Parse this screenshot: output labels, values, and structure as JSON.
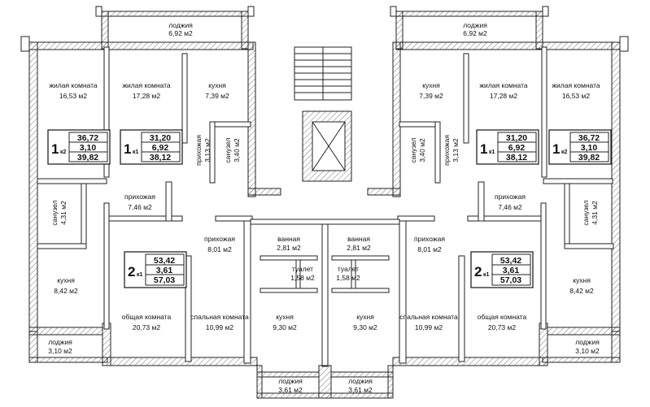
{
  "rooms": [
    {
      "name": "лоджия",
      "area": "6,92 м2"
    },
    {
      "name": "лоджия",
      "area": "6,92 м2"
    },
    {
      "name": "жилая комната",
      "area": "16,53 м2"
    },
    {
      "name": "жилая комната",
      "area": "17,28 м2"
    },
    {
      "name": "кухня",
      "area": "7,39 м2"
    },
    {
      "name": "кухня",
      "area": "7,39 м2"
    },
    {
      "name": "жилая комната",
      "area": "17,28 м2"
    },
    {
      "name": "жилая комната",
      "area": "16,53 м2"
    },
    {
      "name": "прихожая",
      "area": "7,46 м2"
    },
    {
      "name": "прихожая",
      "area": "7,46 м2"
    },
    {
      "name": "прихожая",
      "area": "8,01 м2"
    },
    {
      "name": "ванная",
      "area": "2,81 м2"
    },
    {
      "name": "ванная",
      "area": "2,81 м2"
    },
    {
      "name": "прихожая",
      "area": "8,01 м2"
    },
    {
      "name": "туалет",
      "area": "1,58 м2"
    },
    {
      "name": "туалет",
      "area": "1,58 м2"
    },
    {
      "name": "кухня",
      "area": "8,42 м2"
    },
    {
      "name": "кухня",
      "area": "8,42 м2"
    },
    {
      "name": "общая комната",
      "area": "20,73 м2"
    },
    {
      "name": "спальная комната",
      "area": "10,99 м2"
    },
    {
      "name": "кухня",
      "area": "9,30 м2"
    },
    {
      "name": "кухня",
      "area": "9,30 м2"
    },
    {
      "name": "спальная комната",
      "area": "10,99 м2"
    },
    {
      "name": "общая комната",
      "area": "20,73 м2"
    },
    {
      "name": "лоджия",
      "area": "3,10 м2"
    },
    {
      "name": "лоджия",
      "area": "3,10 м2"
    },
    {
      "name": "лоджия",
      "area": "3,61 м2"
    },
    {
      "name": "лоджия",
      "area": "3,61 м2"
    }
  ],
  "vertical_rooms": [
    {
      "name": "санузел",
      "area": "4,31 м2"
    },
    {
      "name": "прихожая",
      "area": "3,13 м2"
    },
    {
      "name": "санузел",
      "area": "3,40 м2"
    },
    {
      "name": "санузел",
      "area": "3,40 м2"
    },
    {
      "name": "прихожая",
      "area": "3,13 м2"
    },
    {
      "name": "санузел",
      "area": "4,31 м2"
    }
  ],
  "apartments": [
    {
      "rooms": "1",
      "type": "к2",
      "v1": "36,72",
      "v2": "3,10",
      "v3": "39,82"
    },
    {
      "rooms": "1",
      "type": "к1",
      "v1": "31,20",
      "v2": "6,92",
      "v3": "38,12"
    },
    {
      "rooms": "1",
      "type": "к1",
      "v1": "31,20",
      "v2": "6,92",
      "v3": "38,12"
    },
    {
      "rooms": "1",
      "type": "к2",
      "v1": "36,72",
      "v2": "3,10",
      "v3": "39,82"
    },
    {
      "rooms": "2",
      "type": "к1",
      "v1": "53,42",
      "v2": "3,61",
      "v3": "57,03"
    },
    {
      "rooms": "2",
      "type": "к1",
      "v1": "53,42",
      "v2": "3,61",
      "v3": "57,03"
    }
  ]
}
